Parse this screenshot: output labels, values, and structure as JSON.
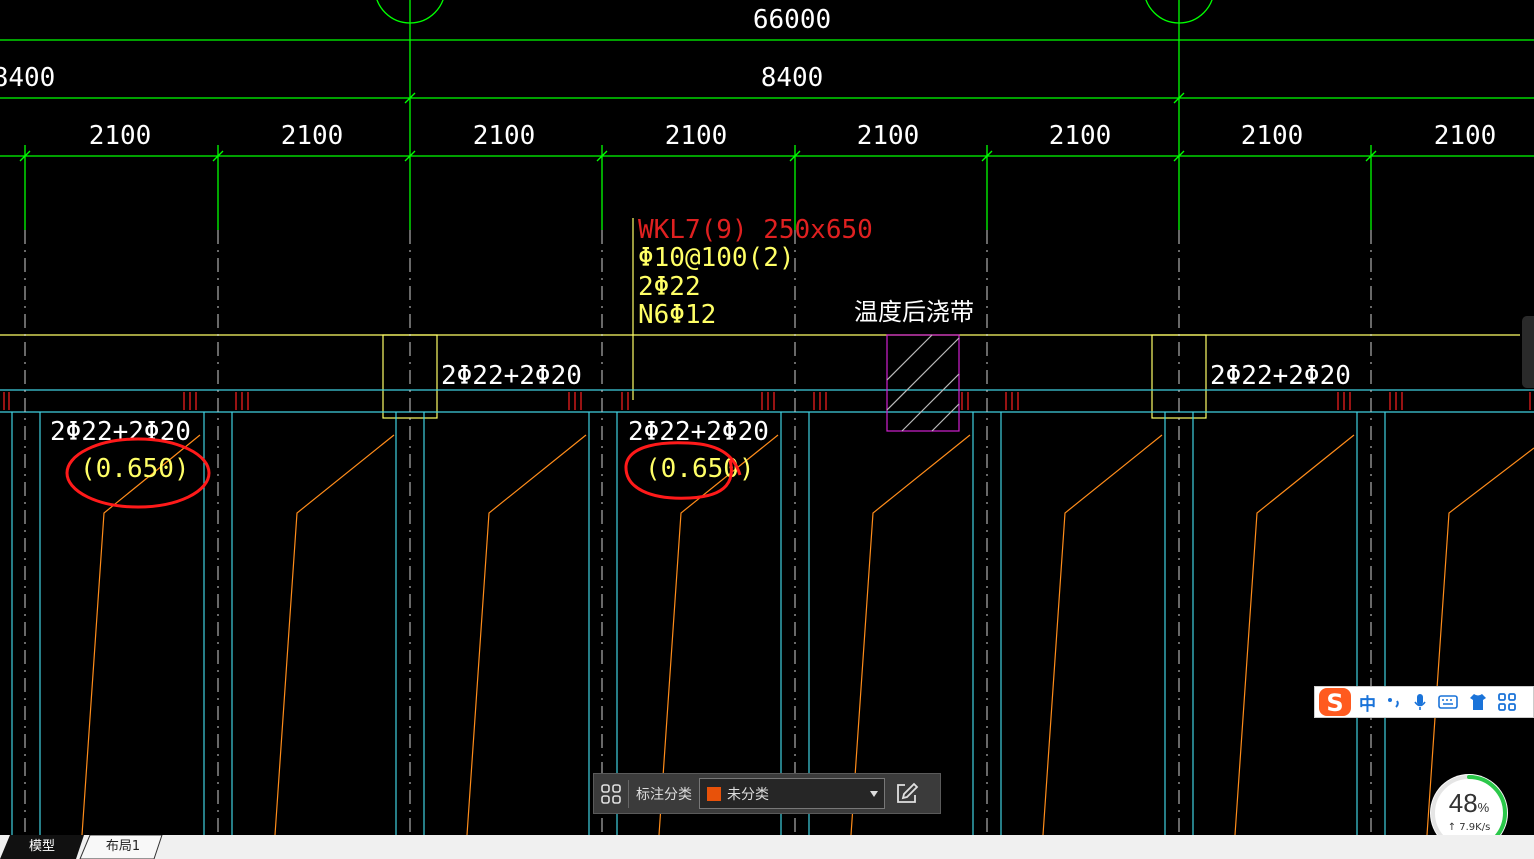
{
  "drawing": {
    "overall_dim": "66000",
    "bay_dim": "8400",
    "sub_dims": [
      "2100",
      "2100",
      "2100",
      "2100",
      "2100",
      "2100",
      "2100",
      "2100"
    ],
    "beam_label": {
      "line1": "WKL7(9) 250x650",
      "line2": "Φ10@100(2)",
      "line3": "2Φ22",
      "line4": "N6Φ12"
    },
    "rebar_labels": [
      "2Φ22+2Φ20",
      "2Φ22+2Φ20",
      "2Φ22+2Φ20",
      "2Φ22+2Φ20"
    ],
    "elevation_labels": [
      "(0.650)",
      "(0.650)"
    ],
    "post_pour_strip": "温度后浇带",
    "colors": {
      "background": "#000000",
      "dim_line": "#00ff00",
      "dim_text": "#ffffff",
      "beam_outline": "#ffff66",
      "beam_label": "#e02020",
      "column_outline": "#40d0e0",
      "slope_line": "#ff8c1a",
      "markup": "#ff1a1a",
      "strip": "#d020d0"
    }
  },
  "annotation_bar": {
    "grid_icon": "grid-icon",
    "category_label": "标注分类",
    "selected_category": "未分类",
    "edit_icon": "edit-icon"
  },
  "tabs": {
    "model": "模型",
    "layout1": "布局1"
  },
  "ime": {
    "mode": "中",
    "icons": [
      "punctuation-icon",
      "microphone-icon",
      "keyboard-icon",
      "skin-icon",
      "menu-icon"
    ]
  },
  "net_monitor": {
    "percent": "48",
    "percent_sign": "%",
    "speed": "↑ 7.9K/s",
    "level": 0.48
  }
}
